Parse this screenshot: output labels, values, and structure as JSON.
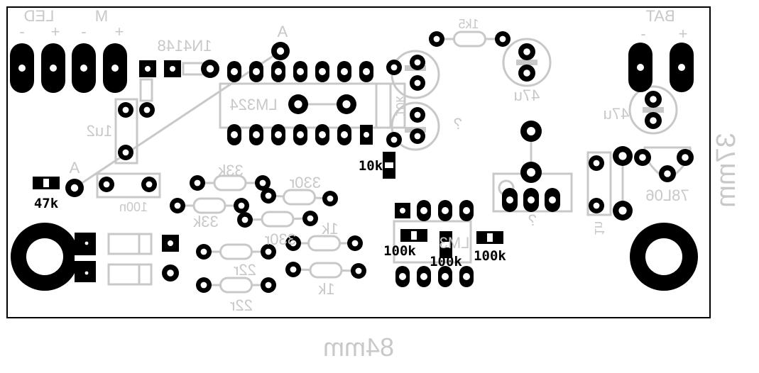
{
  "board": {
    "width_label": "84mm",
    "height_label": "37mm"
  },
  "connectors": {
    "led": "LED",
    "m": "M",
    "bat": "BAT",
    "minus": "-",
    "plus": "+"
  },
  "components": {
    "d1": "1N4148",
    "ic1": "LM324",
    "ic2": "LM3",
    "anode": "A",
    "c_1u2": "1u2",
    "c_100n": "100n",
    "r_33k": "33k",
    "r_330r": "330r",
    "r_1k": "1k",
    "r_22r": "22r",
    "r_1k5": "1k5",
    "c_47u": "47u",
    "pot": "10k",
    "unknown": "?",
    "c_1n": "1n",
    "reg": "78L06"
  },
  "smd": {
    "r47k": "47k",
    "r10k": "10k",
    "r100k": "100k"
  }
}
